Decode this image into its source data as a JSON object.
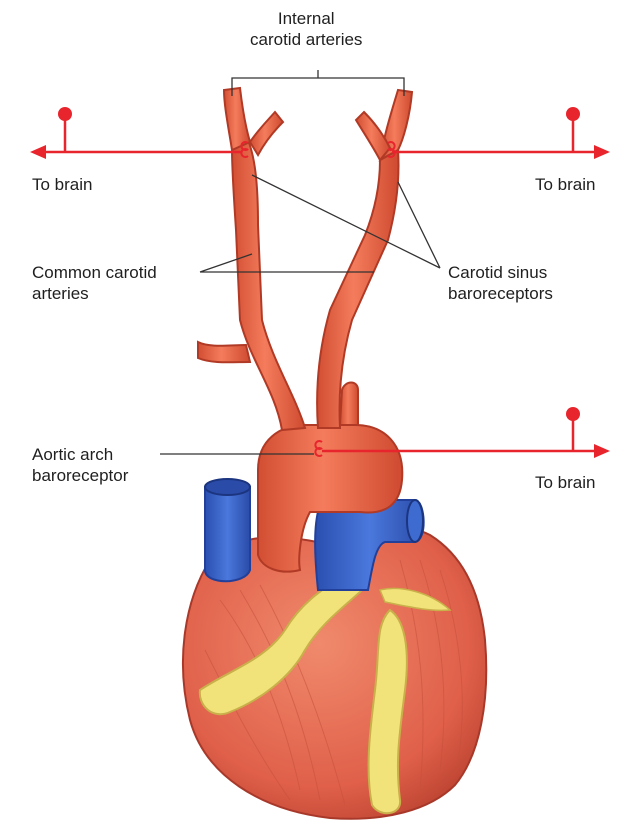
{
  "labels": {
    "internal_carotid": [
      "Internal",
      "carotid arteries"
    ],
    "to_brain_left": "To brain",
    "to_brain_right_top": "To brain",
    "common_carotid": [
      "Common carotid",
      "arteries"
    ],
    "carotid_sinus": [
      "Carotid sinus",
      "baroreceptors"
    ],
    "aortic_arch": [
      "Aortic arch",
      "baroreceptor"
    ],
    "to_brain_right_bottom": "To brain"
  },
  "colors": {
    "nerve": "#e8242c",
    "artery": "#ef6a4e",
    "artery_dark": "#c8432c",
    "vein": "#3a63c8",
    "vein_dark": "#22409a",
    "heart": "#e8705a",
    "heart_dark": "#b8402e",
    "fat": "#f2e27a",
    "fat_dark": "#c9b04a",
    "leader": "#333333"
  },
  "icons": [
    "nerve-ending-icon",
    "arrow-head-icon",
    "neuron-cell-body-icon"
  ]
}
